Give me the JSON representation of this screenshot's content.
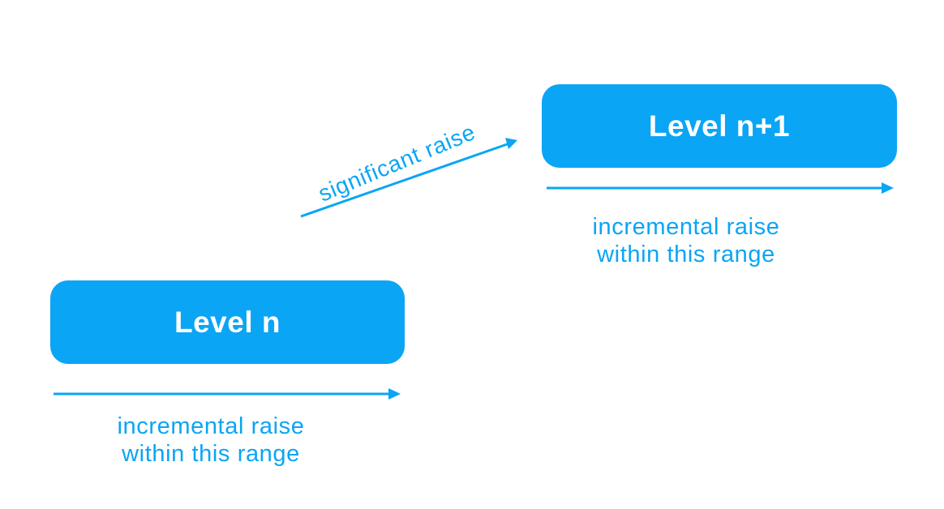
{
  "colors": {
    "accent": "#0aa5f5",
    "box_text": "#ffffff",
    "background": "#ffffff"
  },
  "levels": [
    {
      "label": "Level n",
      "caption_line1": "incremental raise",
      "caption_line2": "within this range"
    },
    {
      "label": "Level n+1",
      "caption_line1": "incremental raise",
      "caption_line2": "within this range"
    }
  ],
  "transition": {
    "label": "significant raise"
  }
}
